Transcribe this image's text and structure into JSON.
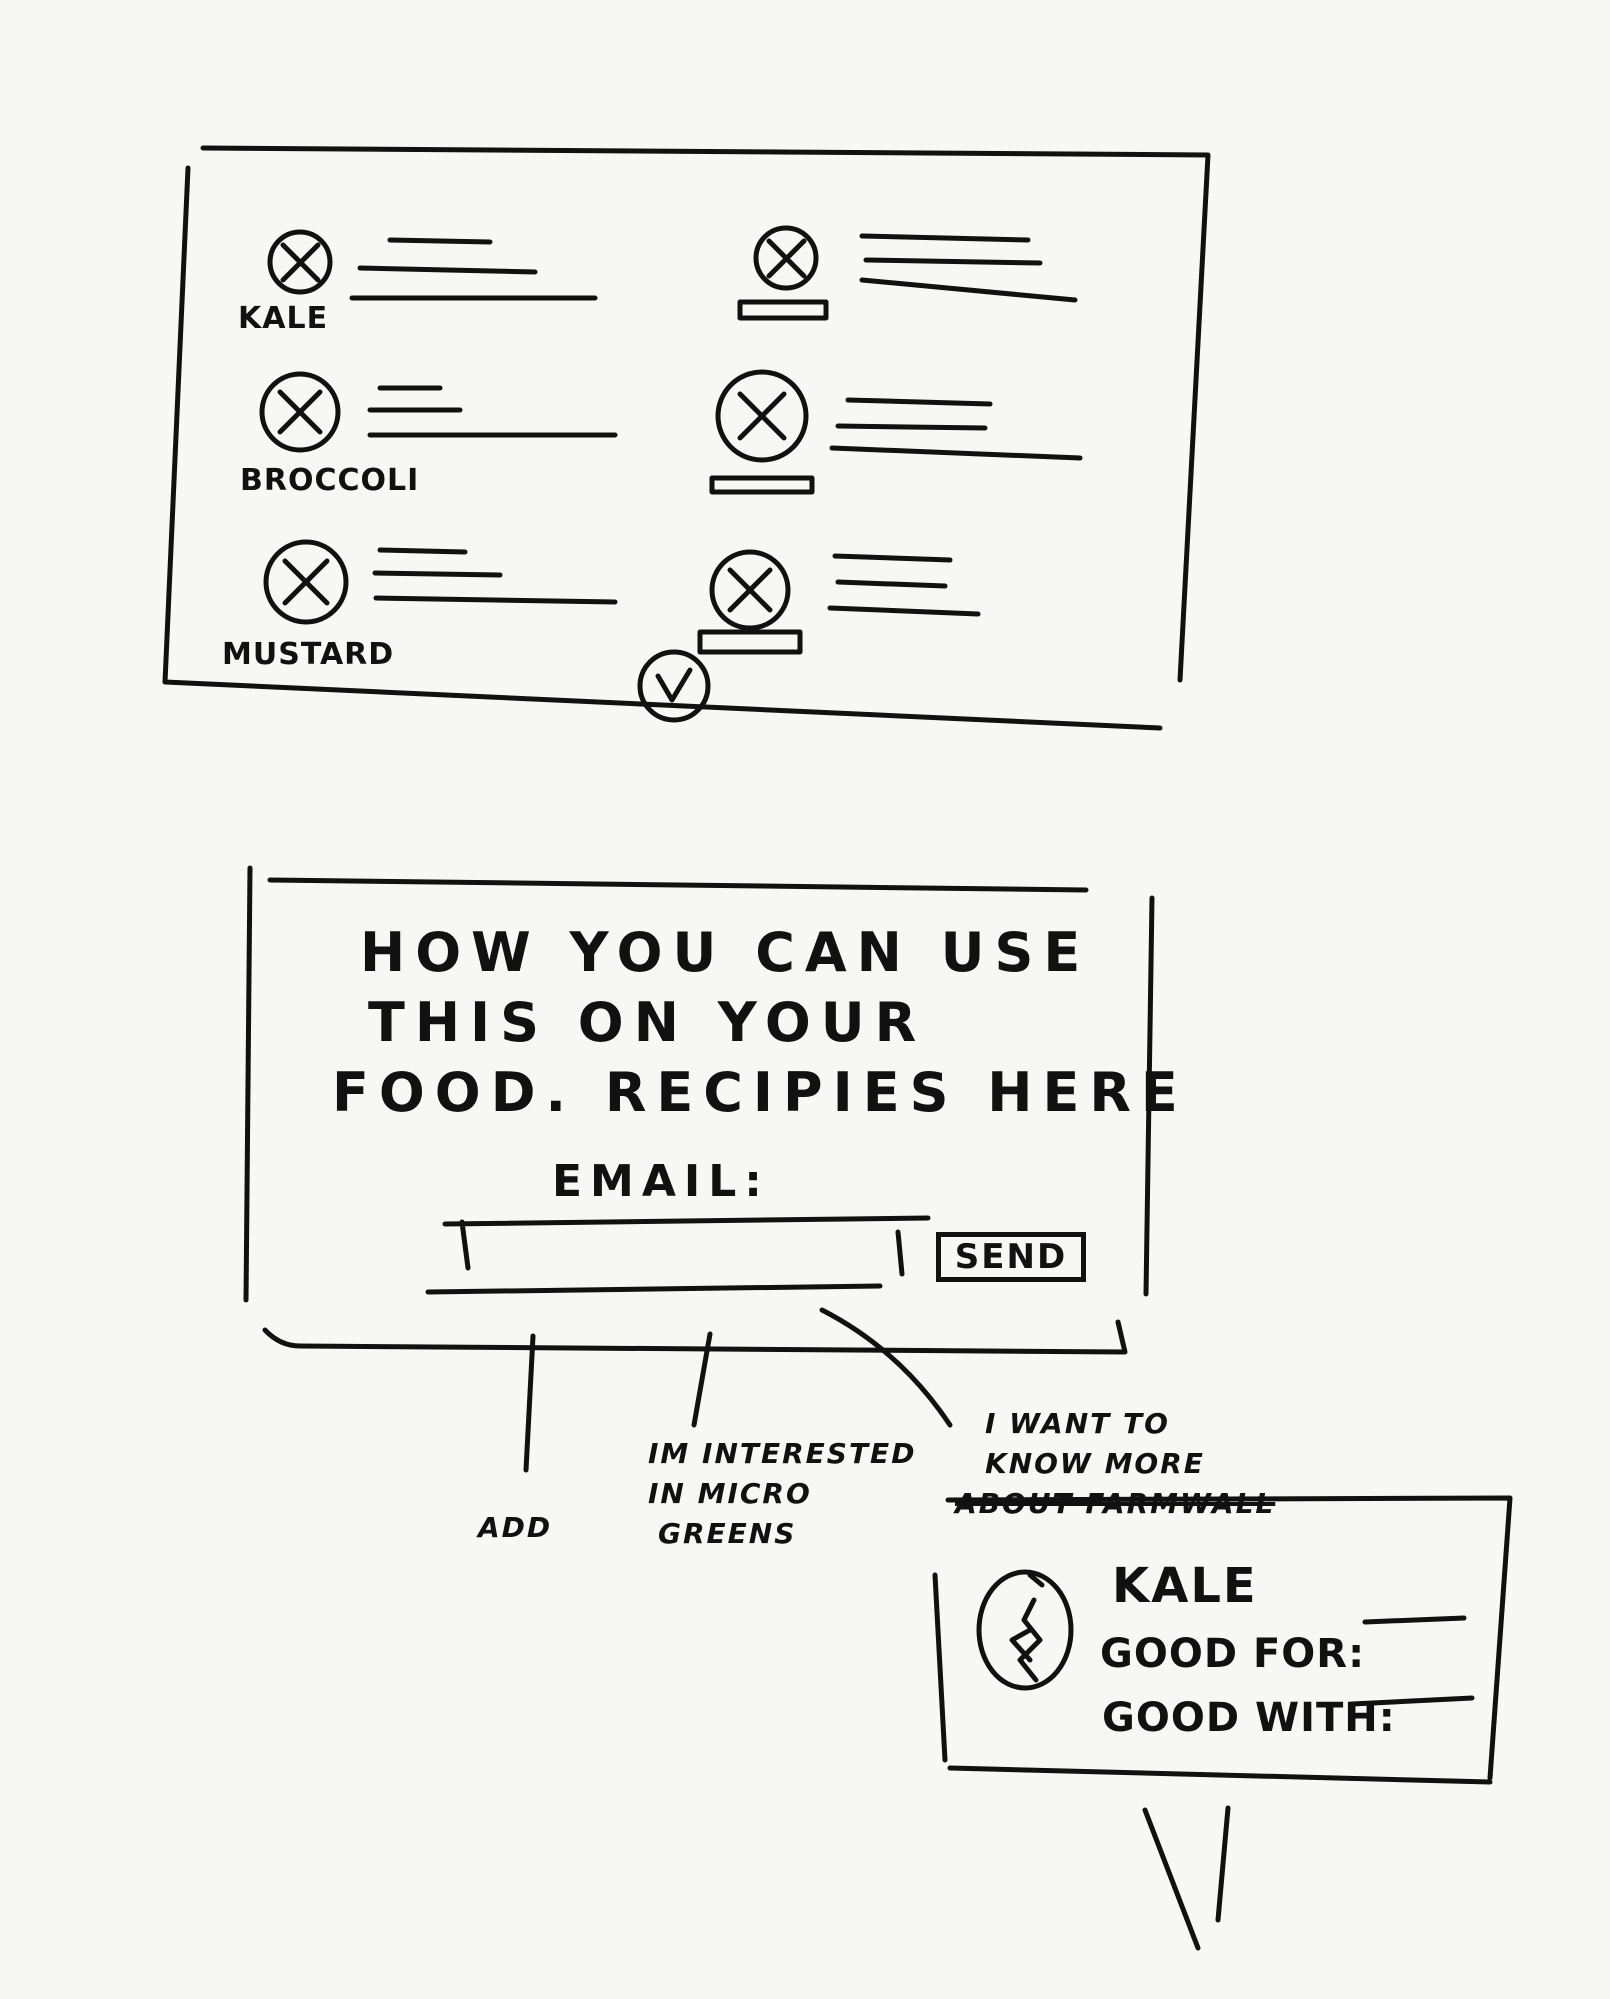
{
  "plants": [
    {
      "label": "KALE"
    },
    {
      "label": ""
    },
    {
      "label": "BROCCOLI"
    },
    {
      "label": ""
    },
    {
      "label": "MUSTARD"
    },
    {
      "label": ""
    }
  ],
  "info": {
    "headline_line1": "HOW YOU CAN USE",
    "headline_line2": "THIS ON YOUR",
    "headline_line3": "FOOD. RECIPIES HERE",
    "email_label": "EMAIL:",
    "send_label": "SEND"
  },
  "annotations": {
    "add": "ADD",
    "interested_line1": "IM INTERESTED",
    "interested_line2": "IN MICRO",
    "interested_line3": "GREENS",
    "know_more_line1": "I WANT TO",
    "know_more_line2": "KNOW MORE",
    "know_more_struck": "ABOUT FARMWALL"
  },
  "detail_card": {
    "title": "KALE",
    "good_for_label": "GOOD FOR:",
    "good_with_label": "GOOD WITH:"
  }
}
